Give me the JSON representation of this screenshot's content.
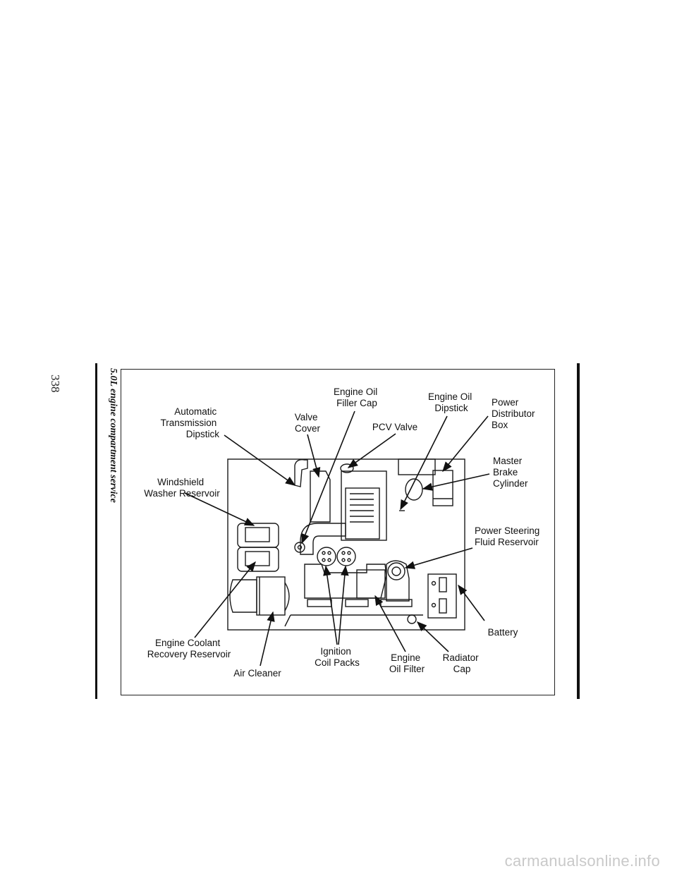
{
  "page": {
    "page_number": "338",
    "side_caption": "5.0L engine compartment service"
  },
  "figure": {
    "labels": {
      "automatic_transmission_dipstick": [
        "Automatic",
        "Transmission",
        "Dipstick"
      ],
      "valve_cover": [
        "Valve",
        "Cover"
      ],
      "engine_oil_filler_cap": [
        "Engine Oil",
        "Filler Cap"
      ],
      "pcv_valve": [
        "PCV Valve"
      ],
      "engine_oil_dipstick": [
        "Engine Oil",
        "Dipstick"
      ],
      "power_distributor_box": [
        "Power",
        "Distributor",
        "Box"
      ],
      "master_brake_cylinder": [
        "Master",
        "Brake",
        "Cylinder"
      ],
      "windshield_washer_reservoir": [
        "Windshield",
        "Washer Reservoir"
      ],
      "power_steering_fluid_reservoir": [
        "Power Steering",
        "Fluid Reservoir"
      ],
      "battery": [
        "Battery"
      ],
      "engine_coolant_recovery_reservoir": [
        "Engine Coolant",
        "Recovery Reservoir"
      ],
      "air_cleaner": [
        "Air Cleaner"
      ],
      "ignition_coil_packs": [
        "Ignition",
        "Coil Packs"
      ],
      "engine_oil_filter": [
        "Engine",
        "Oil Filter"
      ],
      "radiator_cap": [
        "Radiator",
        "Cap"
      ]
    }
  },
  "watermark": "carmanualsonline.info"
}
